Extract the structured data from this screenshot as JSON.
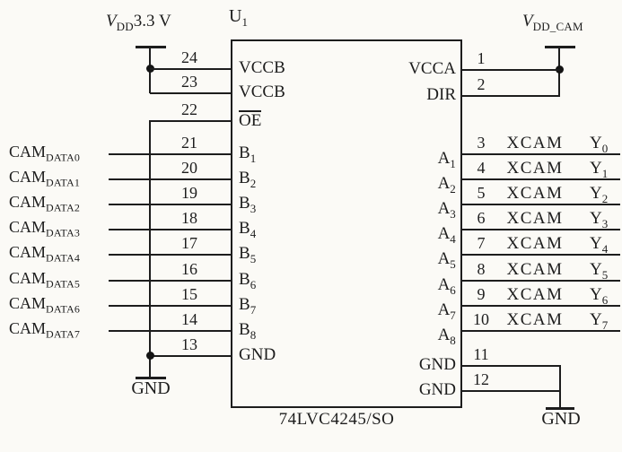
{
  "meta": {
    "ref_main": "U",
    "ref_sub": "1",
    "part_number": "74LVC4245/SO"
  },
  "power": {
    "left_v": "V",
    "left_v_sub": "DD",
    "left_value": "3.3 V",
    "right_v": "V",
    "right_v_sub": "DD_CAM"
  },
  "grounds": {
    "left": "GND",
    "right": "GND"
  },
  "left_pins": [
    {
      "number": "24",
      "name": "VCCB"
    },
    {
      "number": "23",
      "name": "VCCB"
    },
    {
      "number": "22",
      "name": "OE"
    },
    {
      "number": "21",
      "name": "B",
      "sub": "1"
    },
    {
      "number": "20",
      "name": "B",
      "sub": "2"
    },
    {
      "number": "19",
      "name": "B",
      "sub": "3"
    },
    {
      "number": "18",
      "name": "B",
      "sub": "4"
    },
    {
      "number": "17",
      "name": "B",
      "sub": "5"
    },
    {
      "number": "16",
      "name": "B",
      "sub": "6"
    },
    {
      "number": "15",
      "name": "B",
      "sub": "7"
    },
    {
      "number": "14",
      "name": "B",
      "sub": "8"
    },
    {
      "number": "13",
      "name": "GND"
    }
  ],
  "cam_nets": [
    {
      "name": "CAM",
      "sub": "DATA0"
    },
    {
      "name": "CAM",
      "sub": "DATA1"
    },
    {
      "name": "CAM",
      "sub": "DATA2"
    },
    {
      "name": "CAM",
      "sub": "DATA3"
    },
    {
      "name": "CAM",
      "sub": "DATA4"
    },
    {
      "name": "CAM",
      "sub": "DATA5"
    },
    {
      "name": "CAM",
      "sub": "DATA6"
    },
    {
      "name": "CAM",
      "sub": "DATA7"
    }
  ],
  "right_pins": [
    {
      "number": "1",
      "name": "VCCA"
    },
    {
      "number": "2",
      "name": "DIR"
    },
    {
      "number": "3",
      "name": "A",
      "sub": "1",
      "net": "XCAM",
      "y": "Y",
      "y_sub": "0"
    },
    {
      "number": "4",
      "name": "A",
      "sub": "2",
      "net": "XCAM",
      "y": "Y",
      "y_sub": "1"
    },
    {
      "number": "5",
      "name": "A",
      "sub": "3",
      "net": "XCAM",
      "y": "Y",
      "y_sub": "2"
    },
    {
      "number": "6",
      "name": "A",
      "sub": "4",
      "net": "XCAM",
      "y": "Y",
      "y_sub": "3"
    },
    {
      "number": "7",
      "name": "A",
      "sub": "5",
      "net": "XCAM",
      "y": "Y",
      "y_sub": "4"
    },
    {
      "number": "8",
      "name": "A",
      "sub": "6",
      "net": "XCAM",
      "y": "Y",
      "y_sub": "5"
    },
    {
      "number": "9",
      "name": "A",
      "sub": "7",
      "net": "XCAM",
      "y": "Y",
      "y_sub": "6"
    },
    {
      "number": "10",
      "name": "A",
      "sub": "8",
      "net": "XCAM",
      "y": "Y",
      "y_sub": "7"
    },
    {
      "number": "11",
      "name": "GND"
    },
    {
      "number": "12",
      "name": "GND"
    }
  ]
}
